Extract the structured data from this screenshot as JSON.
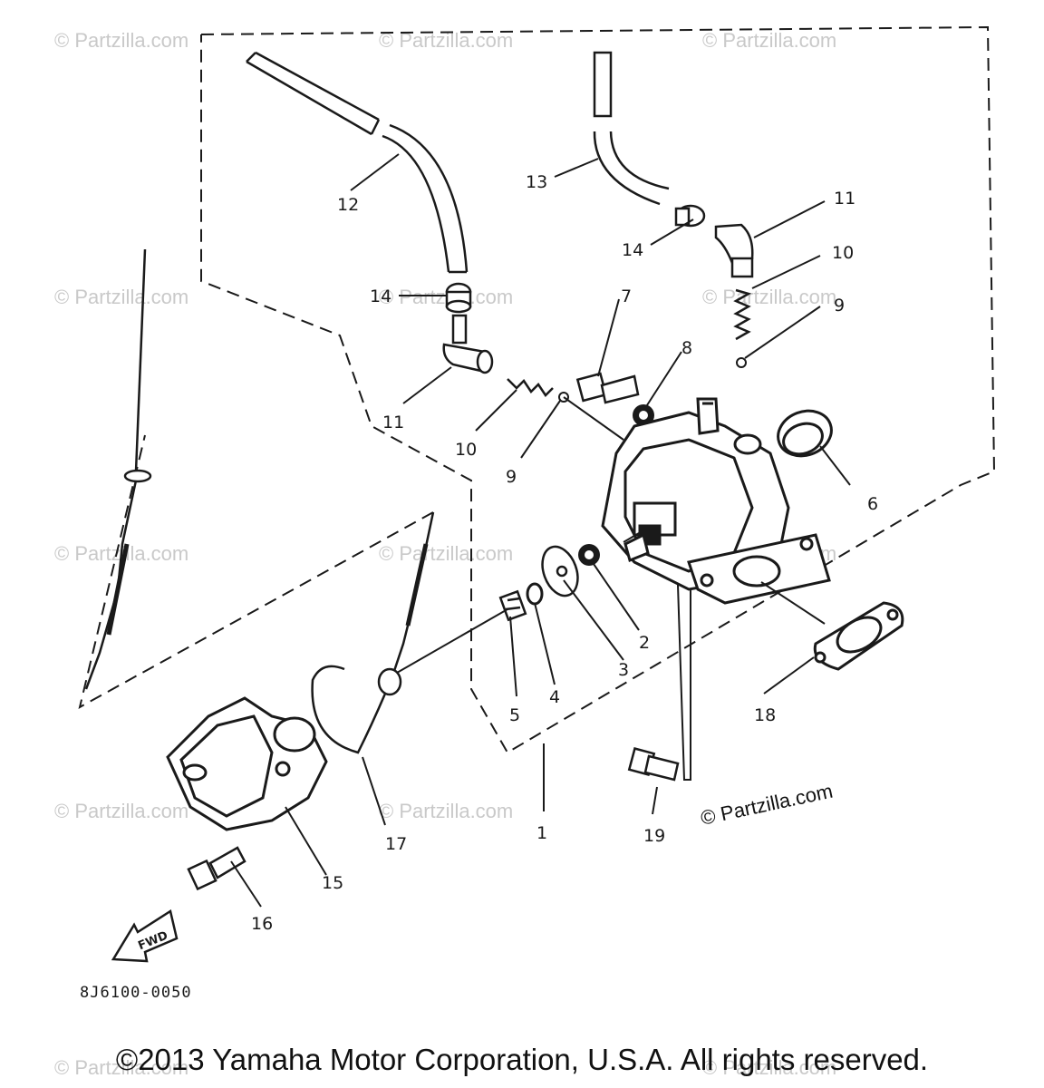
{
  "diagram": {
    "drawing_code": "8J6100-0050",
    "front_arrow_label": "FWD",
    "watermark": "© Partzilla.com",
    "callouts": [
      {
        "id": "c1",
        "label": "1"
      },
      {
        "id": "c2",
        "label": "2"
      },
      {
        "id": "c3",
        "label": "3"
      },
      {
        "id": "c4",
        "label": "4"
      },
      {
        "id": "c5",
        "label": "5"
      },
      {
        "id": "c6",
        "label": "6"
      },
      {
        "id": "c7",
        "label": "7"
      },
      {
        "id": "c8",
        "label": "8"
      },
      {
        "id": "c9a",
        "label": "9"
      },
      {
        "id": "c9b",
        "label": "9"
      },
      {
        "id": "c10a",
        "label": "10"
      },
      {
        "id": "c10b",
        "label": "10"
      },
      {
        "id": "c11a",
        "label": "11"
      },
      {
        "id": "c11b",
        "label": "11"
      },
      {
        "id": "c12",
        "label": "12"
      },
      {
        "id": "c13",
        "label": "13"
      },
      {
        "id": "c14a",
        "label": "14"
      },
      {
        "id": "c14b",
        "label": "14"
      },
      {
        "id": "c15",
        "label": "15"
      },
      {
        "id": "c16",
        "label": "16"
      },
      {
        "id": "c17",
        "label": "17"
      },
      {
        "id": "c18",
        "label": "18"
      },
      {
        "id": "c19",
        "label": "19"
      }
    ]
  },
  "footer": {
    "copyright": "©2013 Yamaha Motor Corporation, U.S.A. All rights reserved."
  }
}
